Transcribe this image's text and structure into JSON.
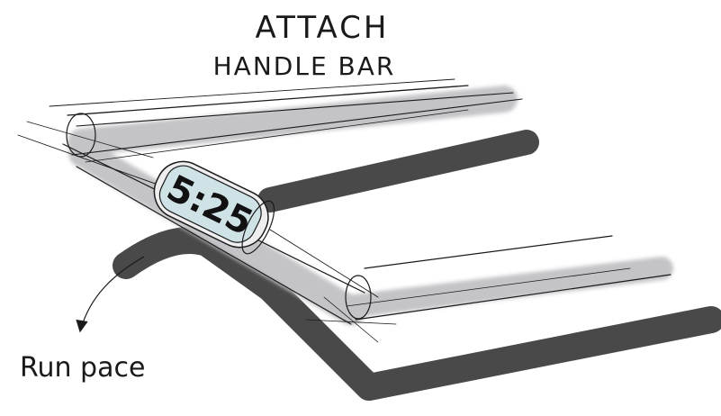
{
  "sketch": {
    "heading_line1": "ATTACH",
    "heading_line2": "HANDLE BAR",
    "display_time": "5:25",
    "callout_label": "Run pace"
  },
  "colors": {
    "ink": "#1a1a1a",
    "marker_dark": "#3a3a3a",
    "marker_shadow": "#c4c4c8",
    "screen_tint": "#cfe2e6"
  }
}
